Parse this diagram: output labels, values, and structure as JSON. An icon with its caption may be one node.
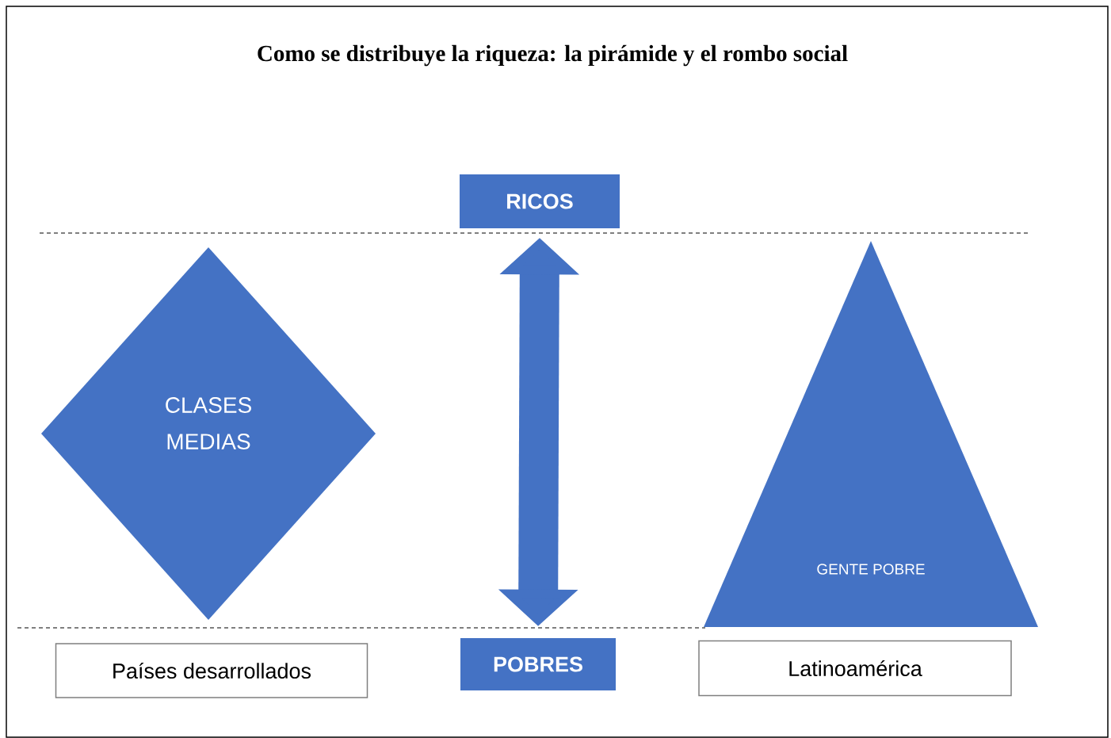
{
  "diagram": {
    "title": "Como se distribuye la riqueza: la pirámide y el rombo social",
    "nodes": [
      {
        "text": [
          "RICOS"
        ]
      },
      {
        "text": [
          "POBRES"
        ]
      },
      {
        "text": [
          "CLASES MEDIAS"
        ]
      },
      {
        "text": [
          "GENTE POBRE"
        ]
      },
      {
        "text": [
          "Países desarrollados"
        ]
      },
      {
        "text": [
          "Latinoamérica"
        ]
      }
    ],
    "edges": [
      {
        "from": 0,
        "to": 1,
        "arrow": "both"
      }
    ]
  }
}
